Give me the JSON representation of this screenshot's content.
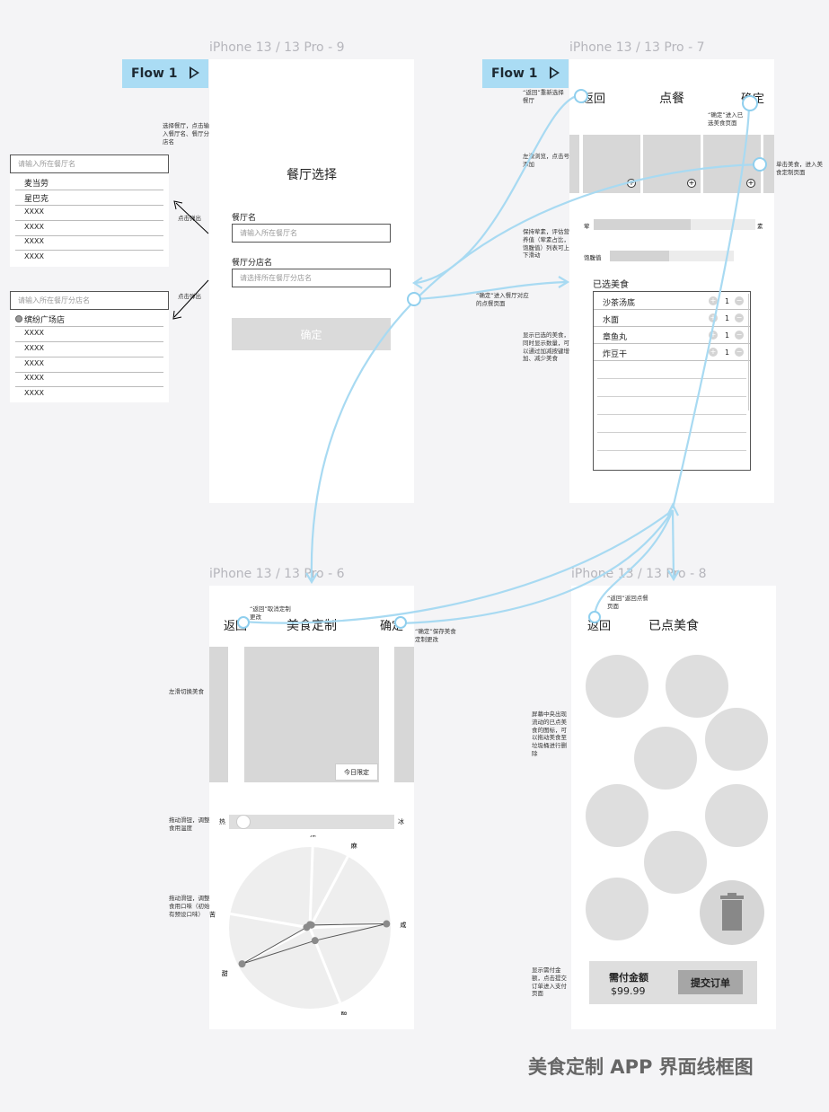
{
  "frames": {
    "f9": "iPhone 13 / 13 Pro - 9",
    "f7": "iPhone 13 / 13 Pro - 7",
    "f6": "iPhone 13 / 13 Pro - 6",
    "f8": "iPhone 13 / 13 Pro - 8"
  },
  "flow_label": "Flow 1",
  "restaurant": {
    "title": "餐厅选择",
    "name_label": "餐厅名",
    "name_placeholder": "请输入所在餐厅名",
    "branch_label": "餐厅分店名",
    "branch_placeholder": "请选择所在餐厅分店名",
    "confirm": "确定"
  },
  "dropdown1": {
    "placeholder": "请输入所在餐厅名",
    "items": [
      "麦当劳",
      "星巴克",
      "XXXX",
      "XXXX",
      "XXXX",
      "XXXX"
    ]
  },
  "dropdown2": {
    "placeholder": "请输入所在餐厅分店名",
    "items": [
      "缤纷广场店",
      "XXXX",
      "XXXX",
      "XXXX",
      "XXXX",
      "XXXX"
    ]
  },
  "order": {
    "back": "返回",
    "title": "点餐",
    "confirm": "确定",
    "meat_label": "荤",
    "veg_label": "素",
    "meat_ratio": 0.6,
    "fullness_label": "饱腹值",
    "fullness_level": 0.48,
    "selected_title": "已选美食",
    "items": [
      {
        "name": "沙茶汤底",
        "qty": "1"
      },
      {
        "name": "水面",
        "qty": "1"
      },
      {
        "name": "章鱼丸",
        "qty": "1"
      },
      {
        "name": "炸豆干",
        "qty": "1"
      }
    ],
    "plus": "+",
    "minus": "−"
  },
  "custom": {
    "back": "返回",
    "title": "美食定制",
    "confirm": "确定",
    "tag": "今日限定",
    "hot": "热",
    "cold": "冰",
    "temp_level": 0.05,
    "flavors": [
      "辣",
      "麻",
      "咸",
      "酸",
      "甜",
      "苦"
    ],
    "flavor_values": [
      0.0,
      0.0,
      0.95,
      0.17,
      0.95,
      0.04
    ]
  },
  "ordered": {
    "back": "返回",
    "title": "已点美食",
    "pay_label": "需付金额",
    "amount": "$99.99",
    "submit": "提交订单"
  },
  "notes": {
    "select_restaurant": "选择餐厅，点击输入餐厅名、餐厅分店名",
    "click_popup1": "点击弹出",
    "click_popup2": "点击弹出",
    "back_reselect": "“返回”重新选择餐厅",
    "confirm_enter": "“确定”进入已选美食页面",
    "swipe_browse": "左滑浏览，点击号添加",
    "click_food": "单击美食，进入美食定制页面",
    "evaluate": "保持荤素，评估营养值（荤素占比，饱腹值）列表可上下滑动",
    "confirm_order": "“确定”进入餐厅对应的点餐页面",
    "display_selected": "显示已选的美食，同时显示数量，可以通过加减按键增加、减少美食",
    "back_cancel": "“返回”取消定制更改",
    "confirm_save": "“确定”保存美食定制更改",
    "swipe_switch": "左滑切换美食",
    "drag_temp": "拖动滑钮，调整食用温度",
    "drag_taste": "拖动滑钮，调整食用口味（初始有预设口味）",
    "back_order": "“返回”返回点餐页面",
    "screen_center": "屏幕中央出现流动的已点美食的图标，可以拖动美食至垃圾桶进行删除",
    "display_pay": "显示需付金额，点击提交订单进入支付页面"
  },
  "footer_title": "美食定制 APP 界面线框图",
  "colors": {
    "flow": "#aadcf4",
    "connector": "#a8daf2",
    "placeholder_gray": "#dadada"
  },
  "icons": [
    "play-icon",
    "plus-icon",
    "minus-icon",
    "trash-icon",
    "radio-icon",
    "arrow-icon"
  ]
}
